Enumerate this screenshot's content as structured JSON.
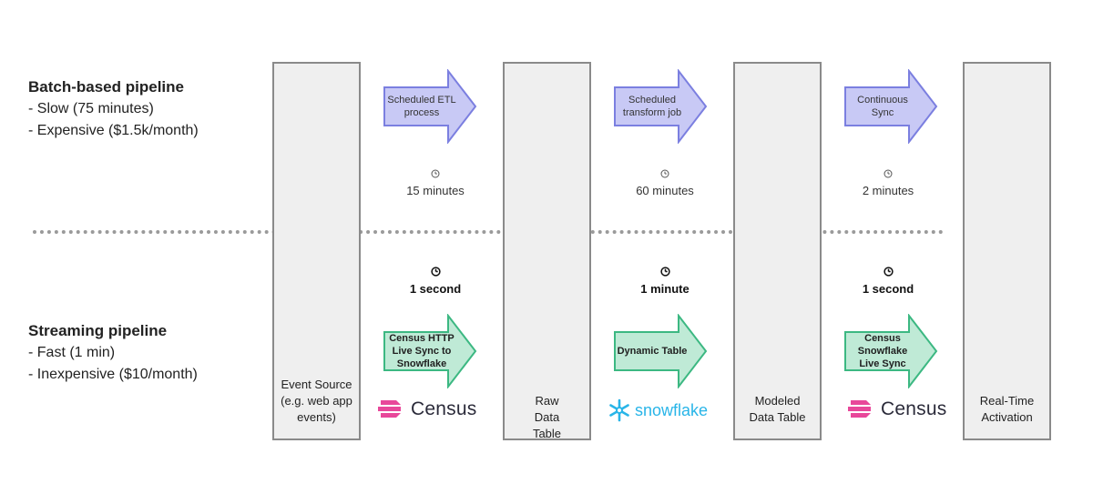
{
  "batch": {
    "title": "Batch-based pipeline",
    "bullets": [
      "- Slow (75 minutes)",
      "- Expensive ($1.5k/month)"
    ],
    "arrows": [
      "Scheduled ETL process",
      "Scheduled transform job",
      "Continuous Sync"
    ],
    "timings": [
      "15 minutes",
      "60 minutes",
      "2 minutes"
    ]
  },
  "streaming": {
    "title": "Streaming pipeline",
    "bullets": [
      "- Fast (1 min)",
      "- Inexpensive ($10/month)"
    ],
    "arrows": [
      "Census HTTP Live Sync to Snowflake",
      "Dynamic Table",
      "Census Snowflake Live Sync"
    ],
    "timings": [
      "1 second",
      "1 minute",
      "1 second"
    ]
  },
  "stages": [
    "Event Source (e.g. web app events)",
    "Raw Data Table",
    "Modeled Data Table",
    "Real-Time Activation"
  ],
  "logos": {
    "census": "Census",
    "snowflake": "snowflake"
  },
  "colors": {
    "batch_arrow_fill": "#c8c9f5",
    "batch_arrow_stroke": "#7b7fe0",
    "stream_arrow_fill": "#bfead6",
    "stream_arrow_stroke": "#3cb882",
    "pillar_fill": "#efefef",
    "pillar_stroke": "#8a8a8a",
    "census_pink": "#e8479a",
    "snowflake_blue": "#29b5e8"
  },
  "icons": {
    "timing": "clock-icon",
    "census": "census-logo-icon",
    "snowflake": "snowflake-logo-icon"
  }
}
